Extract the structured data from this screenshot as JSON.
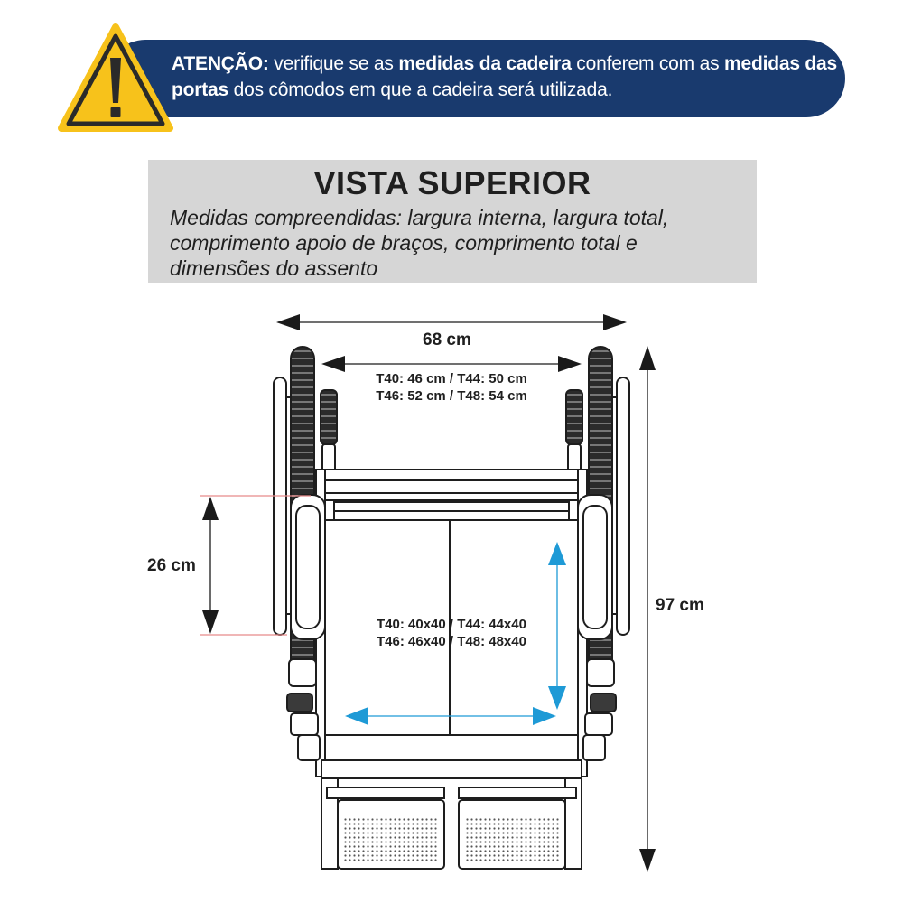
{
  "banner": {
    "label": "ATENÇÃO:",
    "text1": " verifique se as ",
    "bold1": "medidas da cadeira",
    "text2": " conferem com as ",
    "bold2": "medidas das portas",
    "text3": " dos cômodos em que a cadeira será utilizada."
  },
  "header": {
    "title": "VISTA SUPERIOR",
    "subtitle": "Medidas compreendidas: largura interna, largura total, comprimento apoio de braços, comprimento total e dimensões do assento"
  },
  "dimensions": {
    "total_width": "68 cm",
    "internal_width_line1": "T40: 46 cm / T44: 50 cm",
    "internal_width_line2": "T46: 52 cm / T48: 54 cm",
    "armrest_length": "26 cm",
    "total_length": "97 cm",
    "seat_line1": "T40: 40x40 / T44: 44x40",
    "seat_line2": "T46: 46x40 / T48: 48x40"
  },
  "colors": {
    "banner_bg": "#193a6e",
    "warning_yellow": "#f7c21b",
    "accent_blue": "#1e9ad6",
    "guide_red": "#e88a8a",
    "title_box_bg": "#d6d6d6"
  }
}
